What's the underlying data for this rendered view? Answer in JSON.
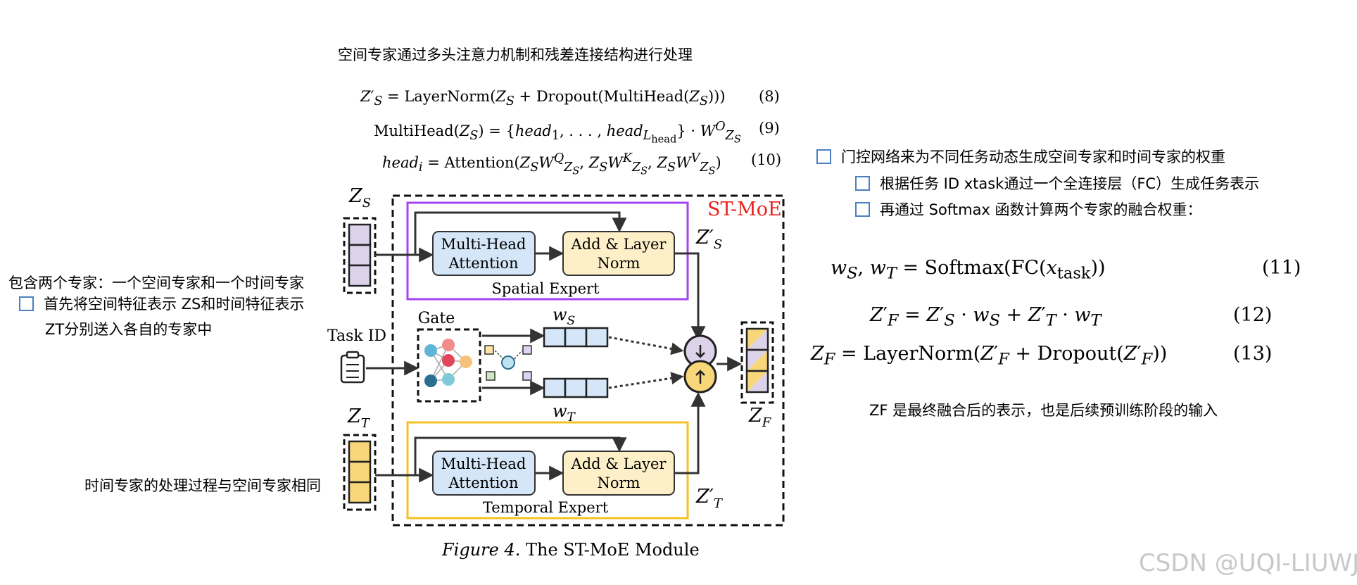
{
  "heading": "空间专家通过多头注意力机制和残差连接结构进行处理",
  "equations_top": [
    {
      "html": "<i class='v'>Z</i>′<sub><i class='v'>S</i></sub> = LayerNorm(<i class='v'>Z<sub>S</sub></i> + Dropout(MultiHead(<i class='v'>Z<sub>S</sub></i>)))",
      "num": "(8)"
    },
    {
      "html": "MultiHead(<i class='v'>Z<sub>S</sub></i>) = {<i class='v'>head</i><sub>1</sub>, . . . , <i class='v'>head</i><sub><i class='v'>L</i><sub>head</sub></sub>} · <i class='v'>W</i><sup><i class='v'>O</i></sup><sub><i class='v'>Z<sub>S</sub></i></sub>",
      "num": "(9)"
    },
    {
      "html": "<i class='v'>head<sub>i</sub></i> = Attention(<i class='v'>Z<sub>S</sub>W</i><sup><i class='v'>Q</i></sup><sub><i class='v'>Z<sub>S</sub></i></sub>, <i class='v'>Z<sub>S</sub>W</i><sup><i class='v'>K</i></sup><sub><i class='v'>Z<sub>S</sub></i></sub>, <i class='v'>Z<sub>S</sub>W</i><sup><i class='v'>V</i></sup><sub><i class='v'>Z<sub>S</sub></i></sub>)",
      "num": "(10)"
    }
  ],
  "left_notes": {
    "line1": "包含两个专家：一个空间专家和一个时间专家",
    "line2": "首先将空间特征表示 ZS和时间特征表示",
    "line3": "ZT分别送入各自的专家中",
    "temporal": "时间专家的处理过程与空间专家相同"
  },
  "right_notes": {
    "gate": "门控网络来为不同任务动态生成空间专家和时间专家的权重",
    "sub1": "根据任务 ID xtask通过一个全连接层（FC）生成任务表示",
    "sub2": "再通过 Softmax 函数计算两个专家的融合权重：",
    "final": "ZF 是最终融合后的表示，也是后续预训练阶段的输入"
  },
  "equations_right": [
    {
      "html": "<i class='v'>w<sub>S</sub></i>, <i class='v'>w<sub>T</sub></i> = Softmax(FC(<i class='v'>x</i><sub>task</sub>))",
      "num": "(11)"
    },
    {
      "html": "<i class='v'>Z</i>′<sub><i class='v'>F</i></sub> = <i class='v'>Z</i>′<sub><i class='v'>S</i></sub> · <i class='v'>w<sub>S</sub></i> + <i class='v'>Z</i>′<sub><i class='v'>T</i></sub> · <i class='v'>w<sub>T</sub></i>",
      "num": "(12)"
    },
    {
      "html": "<i class='v'>Z<sub>F</sub></i> = LayerNorm(<i class='v'>Z</i>′<sub><i class='v'>F</i></sub> + Dropout(<i class='v'>Z</i>′<sub><i class='v'>F</i></sub>))",
      "num": "(13)"
    }
  ],
  "diagram": {
    "module_label": "ST-MoE",
    "zs": "Z",
    "zs_sub": "S",
    "zt": "Z",
    "zt_sub": "T",
    "zf": "Z",
    "zf_sub": "F",
    "zs_prime": "Z′",
    "zs_prime_sub": "S",
    "zt_prime": "Z′",
    "zt_prime_sub": "T",
    "mha": [
      "Multi-Head",
      "Attention"
    ],
    "add_norm": [
      "Add & Layer",
      "Norm"
    ],
    "spatial_expert": "Spatial Expert",
    "temporal_expert": "Temporal Expert",
    "gate": "Gate",
    "task_id": "Task ID",
    "ws": "w",
    "ws_sub": "S",
    "wt": "w",
    "wt_sub": "T",
    "colors": {
      "spatial_border": "#a545f2",
      "temporal_border": "#f4c224",
      "mha_fill": "#d4e6f7",
      "addnorm_fill": "#fdf0c8",
      "zs_fill": "#dcd3ea",
      "zt_fill": "#f7d77a",
      "module_label": "#e8231f",
      "upper_circle": "#dcd3ea",
      "lower_circle": "#f7d77a"
    }
  },
  "caption_prefix": "Figure 4.",
  "caption_text": " The ST-MoE Module",
  "watermark": "CSDN @UQI-LIUWJ"
}
